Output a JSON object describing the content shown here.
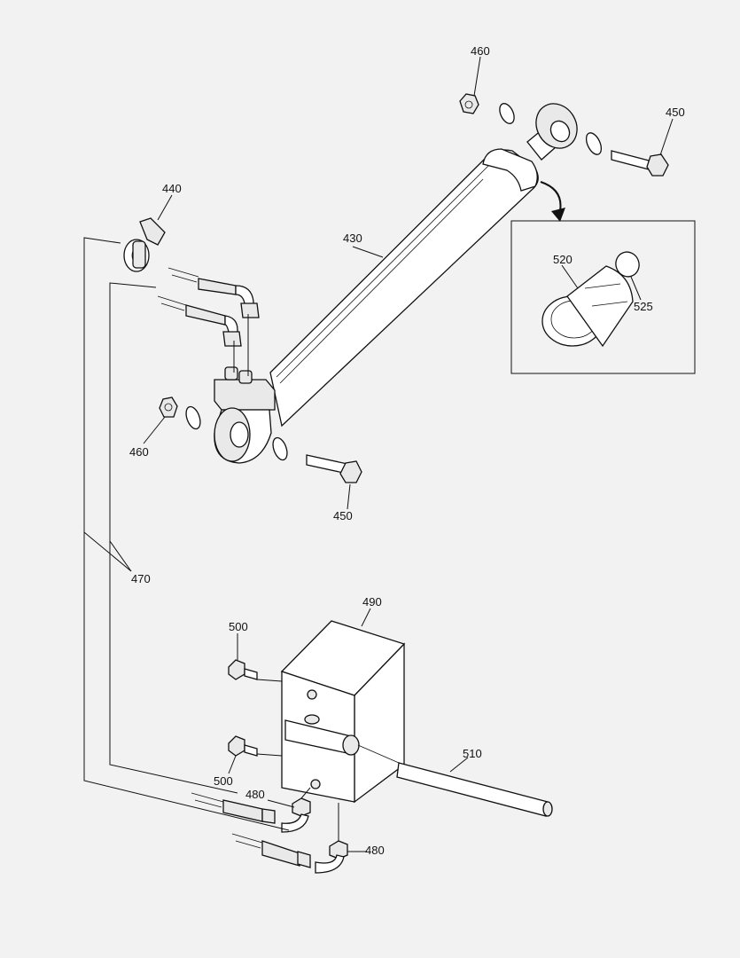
{
  "labels": {
    "p460_top": "460",
    "p450_top": "450",
    "p440": "440",
    "p430": "430",
    "p520": "520",
    "p525": "525",
    "p460_left": "460",
    "p450_mid": "450",
    "p470": "470",
    "p490": "490",
    "p500_top": "500",
    "p500_bottom": "500",
    "p510": "510",
    "p480_upper": "480",
    "p480_lower": "480"
  }
}
